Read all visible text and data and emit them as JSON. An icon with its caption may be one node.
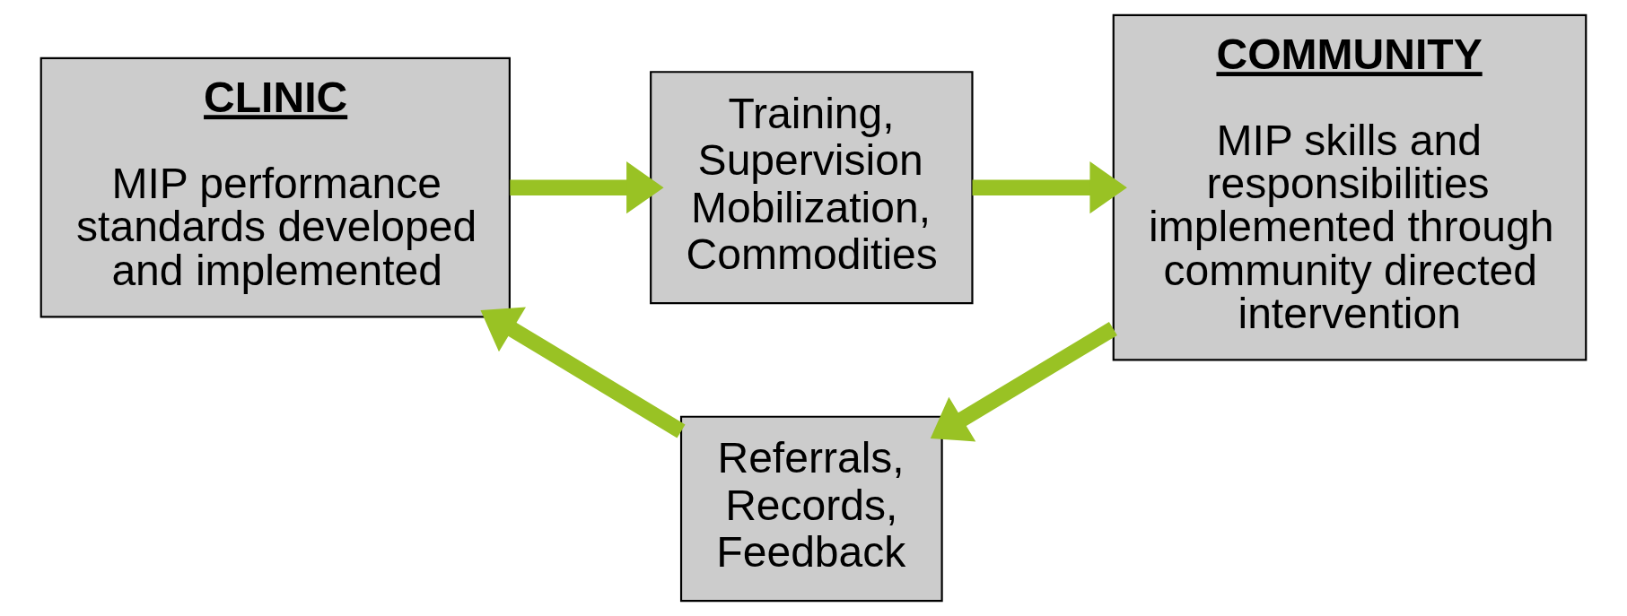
{
  "diagram": {
    "nodes": [
      {
        "text": [
          "CLINIC",
          "MIP performance standards developed and implemented"
        ]
      },
      {
        "text": [
          "Training, Supervision Mobilization, Commodities"
        ]
      },
      {
        "text": [
          "COMMUNITY",
          "MIP skills and responsibilities implemented through community directed intervention"
        ]
      },
      {
        "text": [
          "Referrals, Records, Feedback"
        ]
      }
    ],
    "edges": [
      {
        "from": 0,
        "to": 1,
        "arrow": "to"
      },
      {
        "from": 1,
        "to": 2,
        "arrow": "to"
      },
      {
        "from": 2,
        "to": 3,
        "arrow": "to"
      },
      {
        "from": 3,
        "to": 0,
        "arrow": "to"
      }
    ]
  }
}
